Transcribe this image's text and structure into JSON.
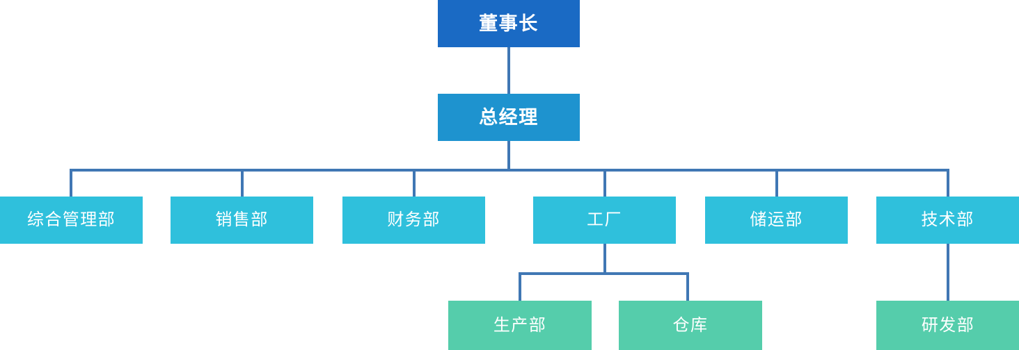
{
  "chart": {
    "type": "org-chart",
    "title": "",
    "connector_color": "#4077b4",
    "background": "#ffffff",
    "levels": [
      {
        "level": 1,
        "color": "#1a6ac4",
        "nodes": [
          {
            "id": "chairman",
            "label": "董事长"
          }
        ]
      },
      {
        "level": 2,
        "color": "#1e93cf",
        "nodes": [
          {
            "id": "general-manager",
            "label": "总经理"
          }
        ]
      },
      {
        "level": 3,
        "color": "#2fc0dc",
        "nodes": [
          {
            "id": "comprehensive-management",
            "label": "综合管理部"
          },
          {
            "id": "sales",
            "label": "销售部"
          },
          {
            "id": "finance",
            "label": "财务部"
          },
          {
            "id": "factory",
            "label": "工厂"
          },
          {
            "id": "storage-transport",
            "label": "储运部"
          },
          {
            "id": "technology",
            "label": "技术部"
          }
        ]
      },
      {
        "level": 4,
        "color": "#55cdab",
        "nodes": [
          {
            "id": "production",
            "label": "生产部"
          },
          {
            "id": "warehouse",
            "label": "仓库"
          },
          {
            "id": "research-development",
            "label": "研发部"
          }
        ]
      }
    ],
    "edges": [
      {
        "from": "chairman",
        "to": "general-manager"
      },
      {
        "from": "general-manager",
        "to": "comprehensive-management"
      },
      {
        "from": "general-manager",
        "to": "sales"
      },
      {
        "from": "general-manager",
        "to": "finance"
      },
      {
        "from": "general-manager",
        "to": "factory"
      },
      {
        "from": "general-manager",
        "to": "storage-transport"
      },
      {
        "from": "general-manager",
        "to": "technology"
      },
      {
        "from": "factory",
        "to": "production"
      },
      {
        "from": "factory",
        "to": "warehouse"
      },
      {
        "from": "technology",
        "to": "research-development"
      }
    ]
  },
  "nodes": {
    "chairman": "董事长",
    "general_manager": "总经理",
    "comprehensive_management": "综合管理部",
    "sales": "销售部",
    "finance": "财务部",
    "factory": "工厂",
    "storage_transport": "储运部",
    "technology": "技术部",
    "production": "生产部",
    "warehouse": "仓库",
    "research_development": "研发部"
  }
}
